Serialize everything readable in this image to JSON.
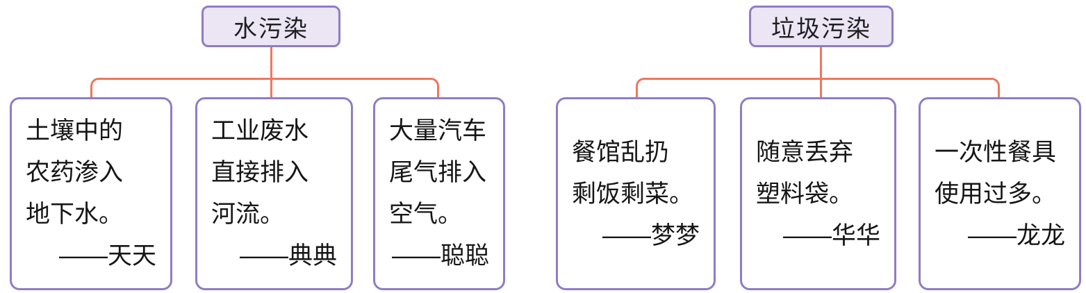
{
  "colors": {
    "box_border": "#8f7cc4",
    "root_fill": "#ebe5f4",
    "connector": "#f0765c",
    "text": "#1f1f1f"
  },
  "trees": [
    {
      "id": "water-pollution",
      "root_label": "水污染",
      "children": [
        {
          "text": "土壤中的\n农药渗入\n地下水。",
          "author": "——天天"
        },
        {
          "text": "工业废水\n直接排入\n河流。",
          "author": "——典典"
        },
        {
          "text": "大量汽车\n尾气排入\n空气。",
          "author": "——聪聪"
        }
      ]
    },
    {
      "id": "garbage-pollution",
      "root_label": "垃圾污染",
      "children": [
        {
          "text": "餐馆乱扔\n剩饭剩菜。",
          "author": "——梦梦"
        },
        {
          "text": "随意丢弃\n塑料袋。",
          "author": "——华华"
        },
        {
          "text": "一次性餐具\n使用过多。",
          "author": "——龙龙"
        }
      ]
    }
  ]
}
